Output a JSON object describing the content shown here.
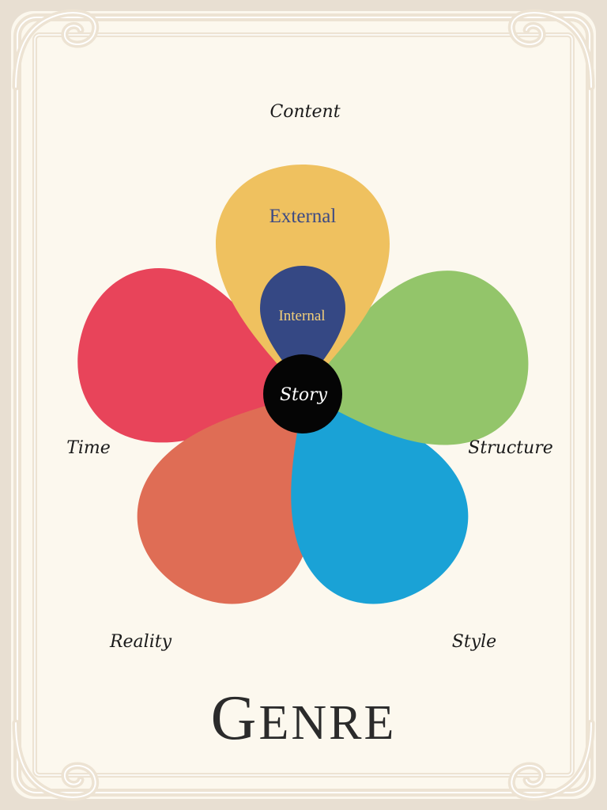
{
  "colors": {
    "background": "#e8dfd2",
    "card": "#fcf8ee",
    "frame": "#ede3d3",
    "frame_line": "#ffffff",
    "text": "#1a1a1a",
    "center": "#050505"
  },
  "diagram": {
    "title": "Genre",
    "center": {
      "label": "Story"
    },
    "petals": [
      {
        "id": "content",
        "label": "Content",
        "color": "#efc15f",
        "inner_labels": [
          "External"
        ],
        "inner_label_color": "#3c4a84",
        "core": {
          "label": "Internal",
          "color": "#354884",
          "label_color": "#f3cf7a"
        }
      },
      {
        "id": "structure",
        "label": "Structure",
        "color": "#93c56a"
      },
      {
        "id": "style",
        "label": "Style",
        "color": "#1aa2d6"
      },
      {
        "id": "reality",
        "label": "Reality",
        "color": "#df6d55"
      },
      {
        "id": "time",
        "label": "Time",
        "color": "#e8445a"
      }
    ]
  }
}
